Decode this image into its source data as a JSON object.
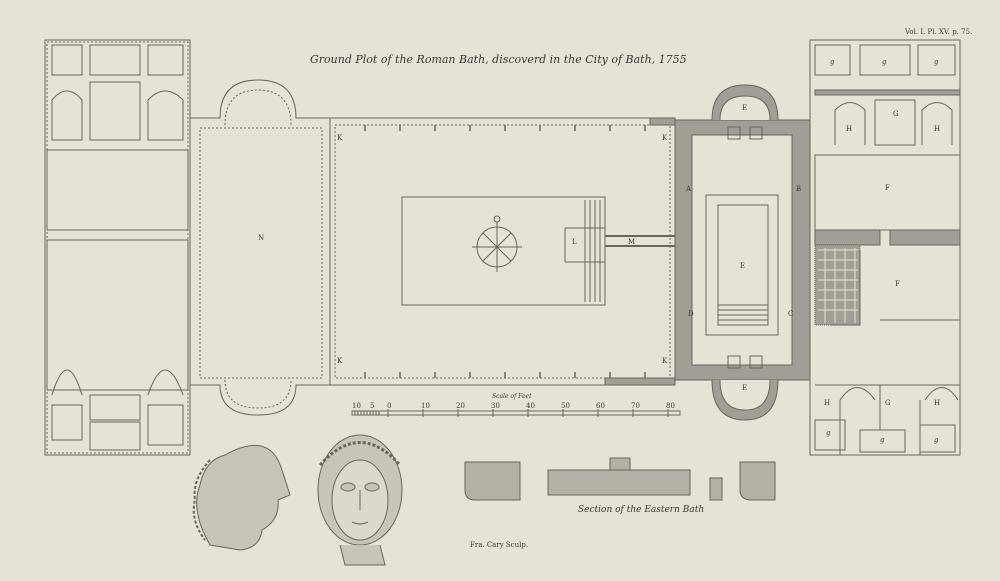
{
  "title": "Ground Plot of the Roman Bath, discoverd in the City of Bath, 1755",
  "plate_ref": "Vol. I. Pl. XV. p. 75.",
  "scale": {
    "label": "Scale of Feet",
    "ticks": [
      "10",
      "5",
      "0",
      "10",
      "20",
      "30",
      "40",
      "50",
      "60",
      "70",
      "80"
    ]
  },
  "section_caption": "Section of the Eastern Bath",
  "engraver": "Fra. Cary Sculp.",
  "plan_letters": {
    "N": "N",
    "K": "K",
    "L": "L",
    "M": "M",
    "A": "A",
    "B": "B",
    "C": "C",
    "D": "D",
    "E": "E",
    "F": "F",
    "G": "G",
    "H": "H",
    "g": "g"
  },
  "colors": {
    "paper": "#e6e3d6",
    "ink": "#5a544c",
    "wall_fill": "#9c978e"
  }
}
